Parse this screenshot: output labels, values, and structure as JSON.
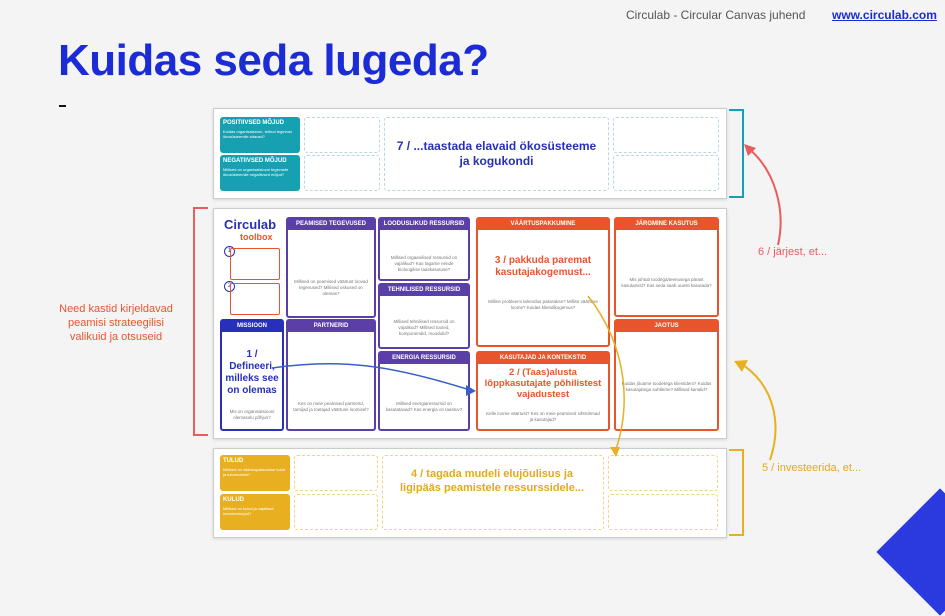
{
  "header": {
    "subtitle": "Circulab - Circular Canvas juhend",
    "link": "www.circulab.com"
  },
  "title": "Kuidas seda lugeda?",
  "side": {
    "left": "Need kastid kirjeldavad peamisi strateegilisi valikuid ja otsuseid",
    "right_top": "6 / järjest, et...",
    "right_bottom": "5 / investeerida, et..."
  },
  "impacts": {
    "positive": {
      "label": "POSITIIVSED MÕJUD",
      "desc": "Kuidas organisatsioon, tehtud tegevusi ökosüsteemile aitavad?"
    },
    "negative": {
      "label": "NEGATIIVSED MÕJUD",
      "desc": "Millised on organisatsiooni tegevuste ökosüsteemile negatiivsed mõjud?"
    },
    "center": "7 / ...taastada elavaid ökosüsteeme ja kogukondi"
  },
  "logo": {
    "name": "Circulab",
    "sub": "toolbox"
  },
  "circles": {
    "one": "1",
    "two": "2"
  },
  "boxes": {
    "mission": {
      "head": "MISSIOON",
      "big": "1 / Defineeri, milleks see on olemas",
      "small": "Mis on organisatsiooni olemasolu põhjus?"
    },
    "main_activities": {
      "head": "PEAMISED TEGEVUSED",
      "small": "Millised on peamised väärtust loovad tegevused? Millised oskused on olemas?"
    },
    "partners": {
      "head": "PARTNERID",
      "small": "Kes on meie peamised partnerid, tarnijad ja toetajad väärtuse loomisel?"
    },
    "natural": {
      "head": "LOODUSLIKUD RESSURSID",
      "small": "Millised orgaanilised ressursid on vajalikud? Kas tagame nende bioloogilise taaskasutuse?"
    },
    "technical": {
      "head": "TEHNILISED RESSURSID",
      "small": "Millised tehnilised ressursid on vajalikud? Millised tooted, komponendid, moodulid?"
    },
    "energy": {
      "head": "ENERGIA RESSURSID",
      "small": "Millised energiaressursid on kasutatavad? Kas energia on taastuv?"
    },
    "value": {
      "head": "VÄÄRTUSPAKKUMINE",
      "big": "3 / pakkuda paremat kasutajakogemust...",
      "small": "Milline probleemi lahendus pakutakse? Millise väärtuse loome? Kuidas kliendikogemus?"
    },
    "users": {
      "head": "KASUTAJAD JA KONTEKSTID",
      "big": "2 / (Taas)alusta lõppkasutajate põhilistest vajadustest",
      "small": "Kelle loome väärtust? Kes on meie peamised sihtrühmad ja kasutajad?"
    },
    "next_use": {
      "head": "JÄRGMINE KASUTUS",
      "small": "Mis juhtub toodega/teenusega pärast kasutamist? Kas seda saab uuesti kasutada?"
    },
    "distribution": {
      "head": "JAOTUS",
      "small": "Kuidas jõuame toodetega klientideni? Kuidas kasutajatega suhtleme? Millised kanalid?"
    }
  },
  "finance": {
    "income": {
      "label": "TULUD",
      "desc": "Millised on väärtuspakkumise tulud ja tulumudelid?"
    },
    "costs": {
      "label": "KULUD",
      "desc": "Millised on kulud ja vajalikud investeeringud?"
    },
    "center": "4 / tagada mudeli elujõulisus ja ligipääs peamistele ressurssidele..."
  },
  "colors": {
    "blue": "#1b2bd6",
    "teal": "#17a0b2",
    "purple": "#5b3fa8",
    "orange": "#e8552c",
    "yellow": "#e8b020",
    "red": "#e85c5c"
  }
}
